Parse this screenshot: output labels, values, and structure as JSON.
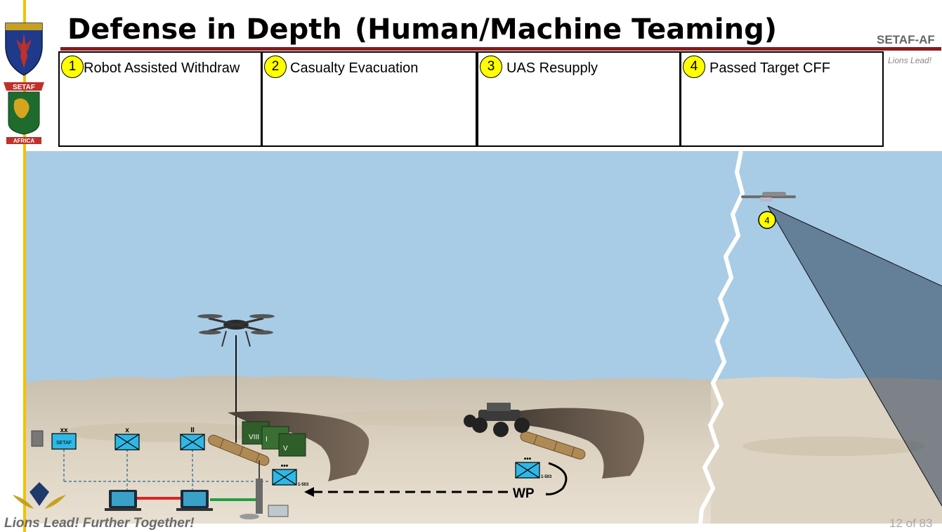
{
  "header": {
    "title_main": "Defense in Depth",
    "title_sub": "(Human/Machine Teaming)",
    "brand": "SETAF-AF",
    "motto": "Lions Lead!"
  },
  "logos": {
    "setaf_banner": "SETAF",
    "africa_banner": "AFRICA"
  },
  "tasks": [
    {
      "num": "1",
      "label": "Robot Assisted Withdraw"
    },
    {
      "num": "2",
      "label": "Casualty Evacuation"
    },
    {
      "num": "3",
      "label": "UAS Resupply"
    },
    {
      "num": "4",
      "label": "Passed Target CFF"
    }
  ],
  "scene": {
    "uas_marker": "4",
    "units": {
      "division_echelon": "xx",
      "division_label": "SETAF",
      "brigade_echelon": "x",
      "battalion_echelon": "II",
      "platoon_echelon": "•••",
      "platoon_label": "1-503",
      "wp_platoon_echelon": "•••",
      "wp_platoon_label": "1-503"
    },
    "supply_boxes": [
      "VIII",
      "I",
      "V"
    ],
    "waypoint": "WP"
  },
  "footer": {
    "slogan": "Lions Lead! Further Together!",
    "page": "12 of 83"
  },
  "colors": {
    "accent_red": "#8b1a1a",
    "accent_yellow": "#f2c200",
    "sky": "#a8cce6",
    "unit_blue": "#2eb8e6"
  }
}
